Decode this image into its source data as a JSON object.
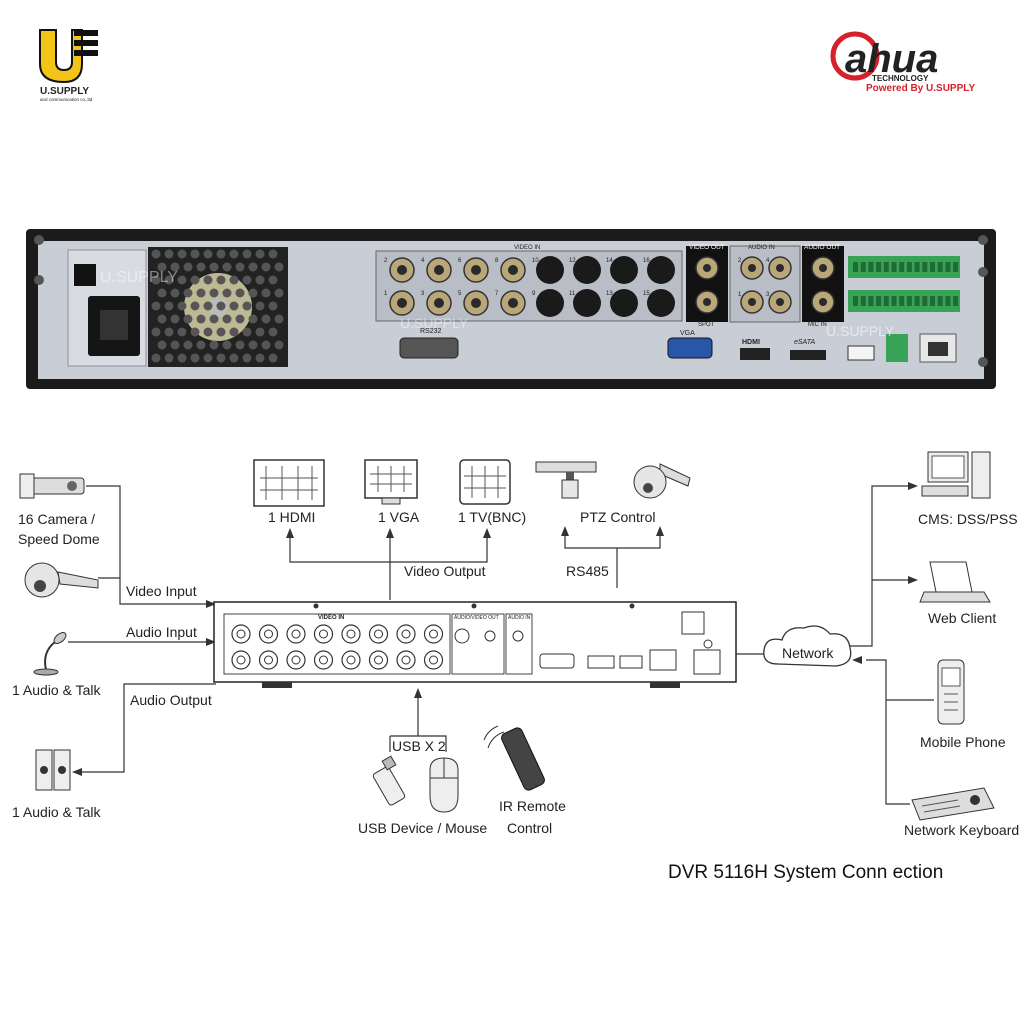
{
  "brand": {
    "left_logo_text": "U.SUPPLY",
    "left_logo_sub": "and communication co.,ltd.",
    "right_logo_text": "ahua",
    "right_logo_sub1": "TECHNOLOGY",
    "right_logo_sub2": "Powered By U.SUPPLY"
  },
  "rear_panel": {
    "video_in": "VIDEO IN",
    "video_out": "VIDEO OUT",
    "audio_in": "AUDIO IN",
    "audio_out": "AUDIO OUT",
    "spot": "SPOT",
    "mic_in": "MIC IN",
    "rs232": "RS232",
    "vga": "VGA",
    "hdmi": "HDMI",
    "esata": "eSATA",
    "watermark": "U.SUPPLY",
    "bnc_top_numbers": [
      "2",
      "4",
      "6",
      "8",
      "10",
      "12",
      "14",
      "16"
    ],
    "bnc_bottom_numbers": [
      "1",
      "3",
      "5",
      "7",
      "9",
      "11",
      "13",
      "15"
    ],
    "audio_numbers_top": [
      "2",
      "4"
    ],
    "audio_numbers_bottom": [
      "1",
      "3"
    ]
  },
  "diagram": {
    "cameras_label_1": "16 Camera /",
    "cameras_label_2": "Speed Dome",
    "video_input": "Video  Input",
    "audio_input": "Audio  Input",
    "audio_output": "Audio  Output",
    "mic_label": "1 Audio &  Talk",
    "speaker_label": "1 Audio &  Talk",
    "hdmi_label": "1 HDMI",
    "vga_label": "1 VGA",
    "tv_label": "1 TV(BNC)",
    "video_output": "Video Output",
    "ptz_control": "PTZ Control",
    "rs485": "RS485",
    "usb_x2": "USB X 2",
    "usb_device": "USB Device / Mouse",
    "ir_remote_1": "IR Remote",
    "ir_remote_2": "Control",
    "network": "Network",
    "cms": "CMS: DSS/PSS",
    "web_client": "Web Client",
    "mobile_phone": "Mobile Phone",
    "network_keyboard": "Network Keyboard",
    "dvr_video_in": "VIDEO  IN",
    "dvr_av_out": "AUDIO/VIDEO OUT",
    "dvr_audio_in": "AUDIO IN",
    "caption": "DVR 5116H  System  Conn ection"
  },
  "colors": {
    "chassis": "#1b1b1b",
    "panel": "#c9ced6",
    "terminal_green": "#38a357",
    "dahua_red": "#d6202a",
    "logo_yellow": "#f2c418"
  }
}
